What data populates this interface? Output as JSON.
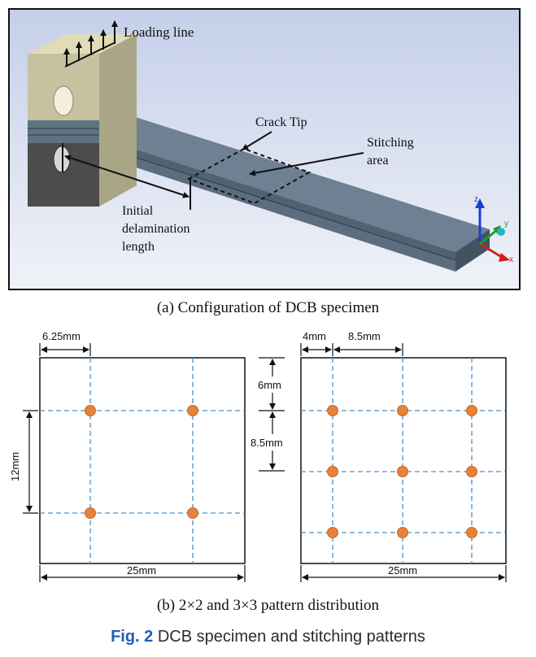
{
  "figure": {
    "label": "Fig. 2",
    "title": "DCB specimen and stitching patterns"
  },
  "panel_a": {
    "caption": "(a) Configuration of DCB specimen",
    "labels": {
      "loading_line": "Loading line",
      "crack_tip": "Crack Tip",
      "stitching_area_line1": "Stitching",
      "stitching_area_line2": "area",
      "initial_delam_line1": "Initial",
      "initial_delam_line2": "delamination",
      "initial_delam_line3": "length"
    },
    "triad": {
      "z": "z",
      "y": "y",
      "x": "x"
    },
    "colors": {
      "background_top": "#c9d3ec",
      "background_bottom": "#eef0f8",
      "block": "#d8d1a7",
      "plate": "#5e7283",
      "stitch_area_outline": "#111111"
    }
  },
  "panel_b": {
    "caption": "(b) 2×2 and 3×3 pattern distribution",
    "left": {
      "dim_top": "6.25mm",
      "dim_side": "12mm",
      "dim_bottom": "25mm"
    },
    "middle": {
      "dim_upper": "6mm",
      "dim_lower": "8.5mm"
    },
    "right": {
      "dim_top_a": "4mm",
      "dim_top_b": "8.5mm",
      "dim_bottom": "25mm"
    },
    "colors": {
      "stitch_dot": "#e8823a",
      "guide_line": "#4a90c8",
      "outline": "#111111"
    }
  }
}
